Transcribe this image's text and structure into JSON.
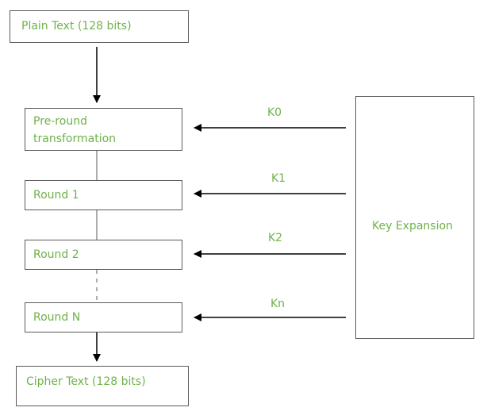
{
  "diagram": {
    "plain_text": "Plain Text (128 bits)",
    "pre_round": "Pre-round transformation",
    "round_1": "Round 1",
    "round_2": "Round 2",
    "round_n": "Round N",
    "cipher_text": "Cipher Text (128 bits)",
    "key_expansion": "Key Expansion",
    "keys": [
      "K0",
      "K1",
      "K2",
      "Kn"
    ]
  },
  "colors": {
    "label_green": "#6fb24a",
    "box_border": "#5a5a5a",
    "arrow": "#000000"
  }
}
